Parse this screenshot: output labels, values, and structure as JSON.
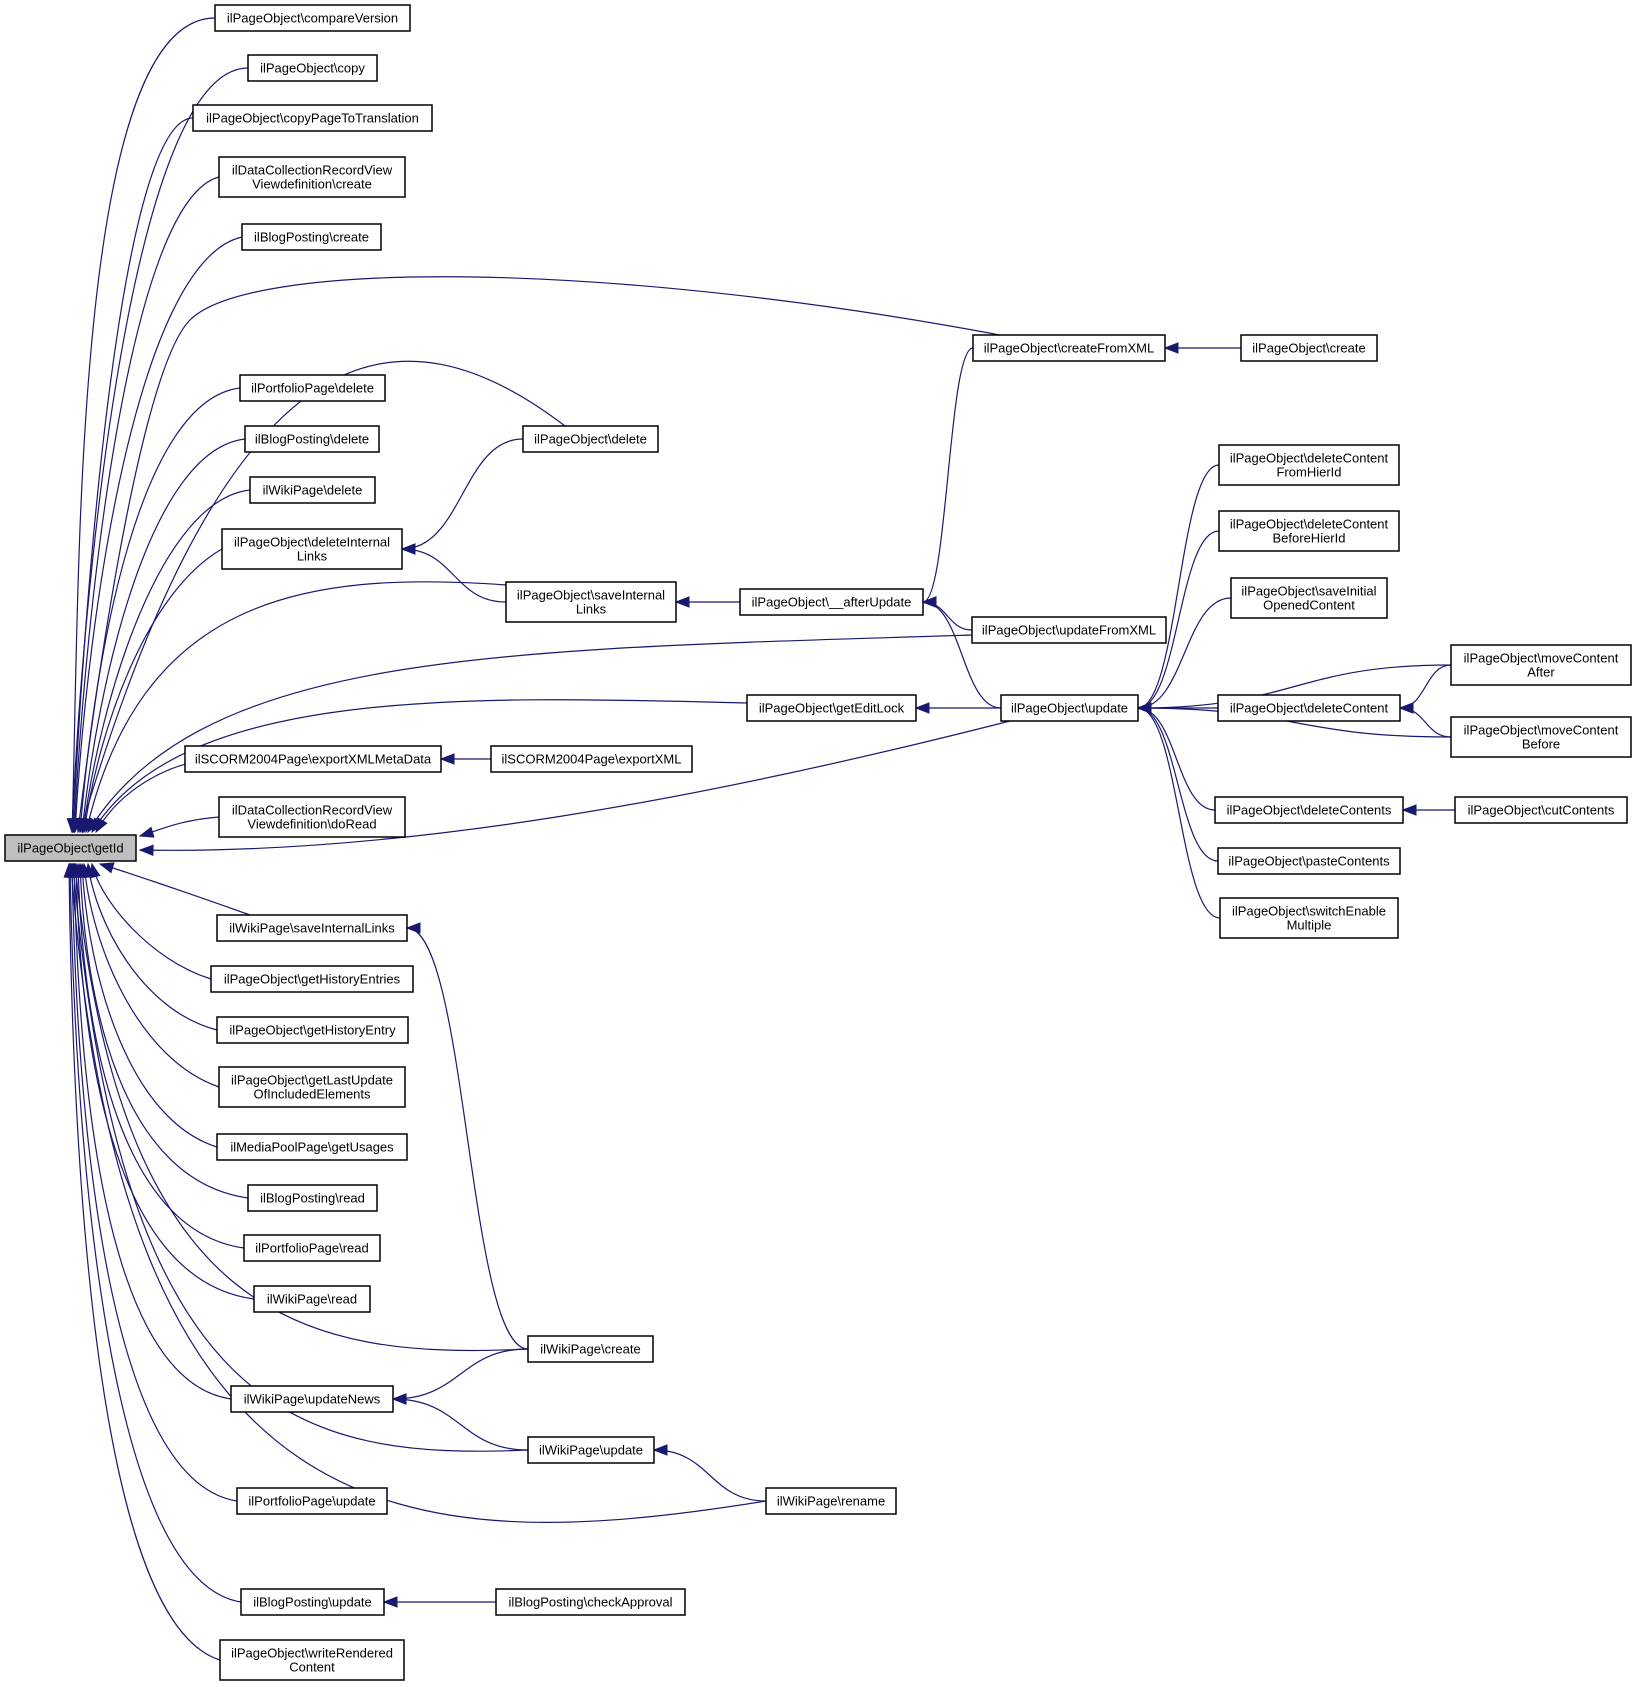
{
  "graph": {
    "arrow_color": "#191970",
    "root_fill": "#bfbfbf",
    "node_fill": "#ffffff",
    "nodes": [
      {
        "id": "getId",
        "lines": [
          "ilPageObject\\getId"
        ]
      },
      {
        "id": "compareVersion",
        "lines": [
          "ilPageObject\\compareVersion"
        ]
      },
      {
        "id": "copy",
        "lines": [
          "ilPageObject\\copy"
        ]
      },
      {
        "id": "copyPageToTranslation",
        "lines": [
          "ilPageObject\\copyPageToTranslation"
        ]
      },
      {
        "id": "dcrvCreate",
        "lines": [
          "ilDataCollectionRecordView",
          "Viewdefinition\\create"
        ]
      },
      {
        "id": "blogCreate",
        "lines": [
          "ilBlogPosting\\create"
        ]
      },
      {
        "id": "portfolioDelete",
        "lines": [
          "ilPortfolioPage\\delete"
        ]
      },
      {
        "id": "blogDelete",
        "lines": [
          "ilBlogPosting\\delete"
        ]
      },
      {
        "id": "wikiDelete",
        "lines": [
          "ilWikiPage\\delete"
        ]
      },
      {
        "id": "deleteInternalLinks",
        "lines": [
          "ilPageObject\\deleteInternal",
          "Links"
        ]
      },
      {
        "id": "exportXMLMetaData",
        "lines": [
          "ilSCORM2004Page\\exportXMLMetaData"
        ]
      },
      {
        "id": "dcrvDoRead",
        "lines": [
          "ilDataCollectionRecordView",
          "Viewdefinition\\doRead"
        ]
      },
      {
        "id": "wikiSaveInternalLinks",
        "lines": [
          "ilWikiPage\\saveInternalLinks"
        ]
      },
      {
        "id": "getHistoryEntries",
        "lines": [
          "ilPageObject\\getHistoryEntries"
        ]
      },
      {
        "id": "getHistoryEntry",
        "lines": [
          "ilPageObject\\getHistoryEntry"
        ]
      },
      {
        "id": "getLastUpdate",
        "lines": [
          "ilPageObject\\getLastUpdate",
          "OfIncludedElements"
        ]
      },
      {
        "id": "mediaGetUsages",
        "lines": [
          "ilMediaPoolPage\\getUsages"
        ]
      },
      {
        "id": "blogRead",
        "lines": [
          "ilBlogPosting\\read"
        ]
      },
      {
        "id": "portfolioRead",
        "lines": [
          "ilPortfolioPage\\read"
        ]
      },
      {
        "id": "wikiRead",
        "lines": [
          "ilWikiPage\\read"
        ]
      },
      {
        "id": "wikiUpdateNews",
        "lines": [
          "ilWikiPage\\updateNews"
        ]
      },
      {
        "id": "portfolioUpdate",
        "lines": [
          "ilPortfolioPage\\update"
        ]
      },
      {
        "id": "blogUpdate",
        "lines": [
          "ilBlogPosting\\update"
        ]
      },
      {
        "id": "writeRenderedContent",
        "lines": [
          "ilPageObject\\writeRendered",
          "Content"
        ]
      },
      {
        "id": "poDelete",
        "lines": [
          "ilPageObject\\delete"
        ]
      },
      {
        "id": "saveInternalLinks",
        "lines": [
          "ilPageObject\\saveInternal",
          "Links"
        ]
      },
      {
        "id": "exportXML",
        "lines": [
          "ilSCORM2004Page\\exportXML"
        ]
      },
      {
        "id": "wikiCreate",
        "lines": [
          "ilWikiPage\\create"
        ]
      },
      {
        "id": "wikiUpdate",
        "lines": [
          "ilWikiPage\\update"
        ]
      },
      {
        "id": "checkApproval",
        "lines": [
          "ilBlogPosting\\checkApproval"
        ]
      },
      {
        "id": "afterUpdate",
        "lines": [
          "ilPageObject\\__afterUpdate"
        ]
      },
      {
        "id": "getEditLock",
        "lines": [
          "ilPageObject\\getEditLock"
        ]
      },
      {
        "id": "wikiRename",
        "lines": [
          "ilWikiPage\\rename"
        ]
      },
      {
        "id": "createFromXML",
        "lines": [
          "ilPageObject\\createFromXML"
        ]
      },
      {
        "id": "updateFromXML",
        "lines": [
          "ilPageObject\\updateFromXML"
        ]
      },
      {
        "id": "poUpdate",
        "lines": [
          "ilPageObject\\update"
        ]
      },
      {
        "id": "poCreate",
        "lines": [
          "ilPageObject\\create"
        ]
      },
      {
        "id": "deleteContentFromHierId",
        "lines": [
          "ilPageObject\\deleteContent",
          "FromHierId"
        ]
      },
      {
        "id": "deleteContentBeforeHierId",
        "lines": [
          "ilPageObject\\deleteContent",
          "BeforeHierId"
        ]
      },
      {
        "id": "saveInitialOpenedContent",
        "lines": [
          "ilPageObject\\saveInitial",
          "OpenedContent"
        ]
      },
      {
        "id": "deleteContent",
        "lines": [
          "ilPageObject\\deleteContent"
        ]
      },
      {
        "id": "deleteContents",
        "lines": [
          "ilPageObject\\deleteContents"
        ]
      },
      {
        "id": "pasteContents",
        "lines": [
          "ilPageObject\\pasteContents"
        ]
      },
      {
        "id": "switchEnableMultiple",
        "lines": [
          "ilPageObject\\switchEnable",
          "Multiple"
        ]
      },
      {
        "id": "moveContentAfter",
        "lines": [
          "ilPageObject\\moveContent",
          "After"
        ]
      },
      {
        "id": "moveContentBefore",
        "lines": [
          "ilPageObject\\moveContent",
          "Before"
        ]
      },
      {
        "id": "cutContents",
        "lines": [
          "ilPageObject\\cutContents"
        ]
      }
    ],
    "edges": [
      {
        "from": "compareVersion",
        "to": "getId"
      },
      {
        "from": "copy",
        "to": "getId"
      },
      {
        "from": "copyPageToTranslation",
        "to": "getId"
      },
      {
        "from": "dcrvCreate",
        "to": "getId"
      },
      {
        "from": "blogCreate",
        "to": "getId"
      },
      {
        "from": "createFromXML",
        "to": "getId"
      },
      {
        "from": "poDelete",
        "to": "getId"
      },
      {
        "from": "portfolioDelete",
        "to": "getId"
      },
      {
        "from": "blogDelete",
        "to": "getId"
      },
      {
        "from": "wikiDelete",
        "to": "getId"
      },
      {
        "from": "deleteInternalLinks",
        "to": "getId"
      },
      {
        "from": "saveInternalLinks",
        "to": "getId"
      },
      {
        "from": "updateFromXML",
        "to": "getId"
      },
      {
        "from": "getEditLock",
        "to": "getId"
      },
      {
        "from": "exportXMLMetaData",
        "to": "getId"
      },
      {
        "from": "dcrvDoRead",
        "to": "getId"
      },
      {
        "from": "poUpdate",
        "to": "getId"
      },
      {
        "from": "wikiSaveInternalLinks",
        "to": "getId"
      },
      {
        "from": "getHistoryEntries",
        "to": "getId"
      },
      {
        "from": "getHistoryEntry",
        "to": "getId"
      },
      {
        "from": "getLastUpdate",
        "to": "getId"
      },
      {
        "from": "mediaGetUsages",
        "to": "getId"
      },
      {
        "from": "blogRead",
        "to": "getId"
      },
      {
        "from": "portfolioRead",
        "to": "getId"
      },
      {
        "from": "wikiRead",
        "to": "getId"
      },
      {
        "from": "wikiCreate",
        "to": "getId"
      },
      {
        "from": "wikiUpdateNews",
        "to": "getId"
      },
      {
        "from": "wikiUpdate",
        "to": "getId"
      },
      {
        "from": "portfolioUpdate",
        "to": "getId"
      },
      {
        "from": "wikiRename",
        "to": "getId"
      },
      {
        "from": "blogUpdate",
        "to": "getId"
      },
      {
        "from": "writeRenderedContent",
        "to": "getId"
      },
      {
        "from": "poDelete",
        "to": "deleteInternalLinks"
      },
      {
        "from": "saveInternalLinks",
        "to": "deleteInternalLinks"
      },
      {
        "from": "exportXML",
        "to": "exportXMLMetaData"
      },
      {
        "from": "wikiCreate",
        "to": "wikiSaveInternalLinks"
      },
      {
        "from": "wikiCreate",
        "to": "wikiUpdateNews"
      },
      {
        "from": "wikiUpdate",
        "to": "wikiUpdateNews"
      },
      {
        "from": "checkApproval",
        "to": "blogUpdate"
      },
      {
        "from": "afterUpdate",
        "to": "saveInternalLinks"
      },
      {
        "from": "wikiRename",
        "to": "wikiUpdate"
      },
      {
        "from": "createFromXML",
        "to": "afterUpdate"
      },
      {
        "from": "updateFromXML",
        "to": "afterUpdate"
      },
      {
        "from": "poUpdate",
        "to": "afterUpdate"
      },
      {
        "from": "poUpdate",
        "to": "getEditLock"
      },
      {
        "from": "poCreate",
        "to": "createFromXML"
      },
      {
        "from": "deleteContentFromHierId",
        "to": "poUpdate"
      },
      {
        "from": "deleteContentBeforeHierId",
        "to": "poUpdate"
      },
      {
        "from": "saveInitialOpenedContent",
        "to": "poUpdate"
      },
      {
        "from": "deleteContent",
        "to": "poUpdate"
      },
      {
        "from": "moveContentAfter",
        "to": "poUpdate"
      },
      {
        "from": "moveContentBefore",
        "to": "poUpdate"
      },
      {
        "from": "deleteContents",
        "to": "poUpdate"
      },
      {
        "from": "pasteContents",
        "to": "poUpdate"
      },
      {
        "from": "switchEnableMultiple",
        "to": "poUpdate"
      },
      {
        "from": "moveContentAfter",
        "to": "deleteContent"
      },
      {
        "from": "moveContentBefore",
        "to": "deleteContent"
      },
      {
        "from": "cutContents",
        "to": "deleteContents"
      }
    ]
  }
}
